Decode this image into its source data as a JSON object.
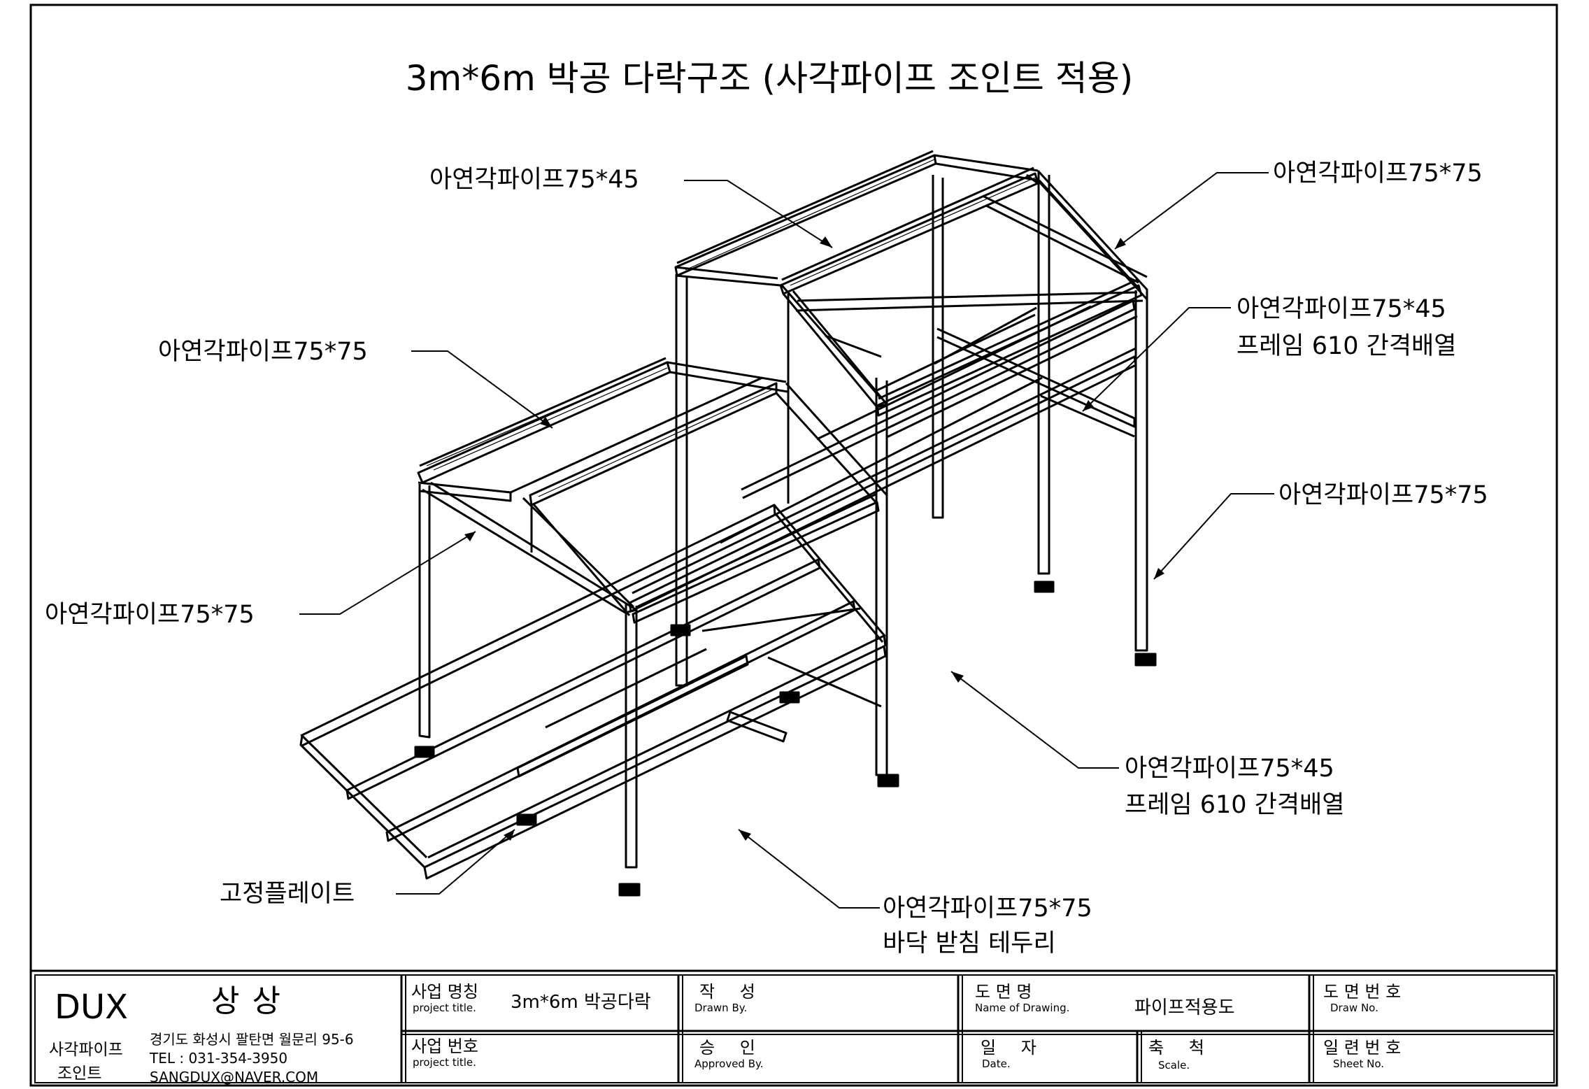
{
  "drawing": {
    "title": "3m*6m 박공 다락구조 (사각파이프 조인트 적용)",
    "callouts": {
      "top_center": "아연각파이프75*45",
      "top_right": "아연각파이프75*75",
      "left_upper": "아연각파이프75*75",
      "right_frame_line1": "아연각파이프75*45",
      "right_frame_line2": "프레임 610 간격배열",
      "right_post": "아연각파이프75*75",
      "left_lower": "아연각파이프75*75",
      "bottom_frame_line1": "아연각파이프75*45",
      "bottom_frame_line2": "프레임 610 간격배열",
      "plate": "고정플레이트",
      "base_line1": "아연각파이프75*75",
      "base_line2": "바닥 받침 테두리"
    }
  },
  "title_block": {
    "company": {
      "logo": "DUX",
      "name": "상상",
      "address": "경기도 화성시 팔탄면 월문리 95-6",
      "product_line1": "사각파이프",
      "product_line2": "조인트",
      "tel": "TEL : 031-354-3950",
      "email": "SANGDUX@NAVER.COM"
    },
    "project_title_ko": "사업 명칭",
    "project_title_en": "project title.",
    "project_title_value": "3m*6m 박공다락",
    "project_no_ko": "사업 번호",
    "project_no_en": "project title.",
    "drawn_by_ko": "작 성",
    "drawn_by_en": "Drawn By.",
    "approved_by_ko": "승 인",
    "approved_by_en": "Approved By.",
    "drawing_name_ko": "도 면 명",
    "drawing_name_en": "Name of Drawing.",
    "drawing_name_value": "파이프적용도",
    "date_ko": "일 자",
    "date_en": "Date.",
    "scale_ko": "축 척",
    "scale_en": "Scale.",
    "draw_no_ko": "도 면 번 호",
    "draw_no_en": "Draw No.",
    "sheet_no_ko": "일 련 번 호",
    "sheet_no_en": "Sheet No."
  }
}
